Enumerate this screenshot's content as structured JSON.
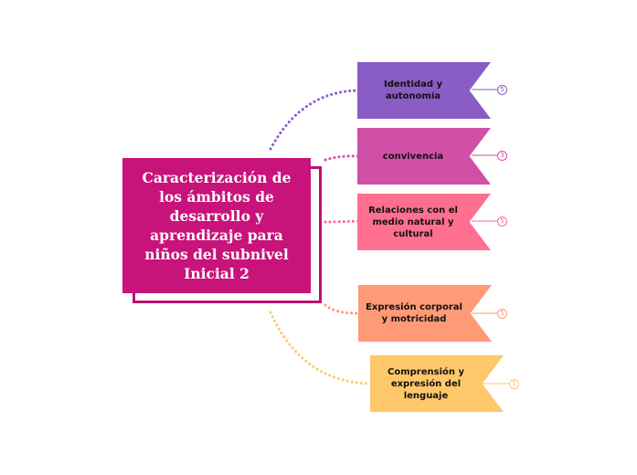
{
  "central": {
    "title": "Caracterización de los ámbitos de desarrollo y aprendizaje para niños del subnivel Inicial 2",
    "color": "#c8137a"
  },
  "branches": [
    {
      "label": "Identidad y autonomía",
      "count": "5",
      "color": "#8a5cc6"
    },
    {
      "label": "convivencia",
      "count": "3",
      "color": "#d050a8"
    },
    {
      "label": "Relaciones con el medio natural y cultural",
      "count": "5",
      "color": "#ff6f90"
    },
    {
      "label": "Expresión corporal y motricidad",
      "count": "5",
      "color": "#ff9a76"
    },
    {
      "label": "Comprensión y expresión del lenguaje",
      "count": "5",
      "color": "#ffc86a"
    }
  ]
}
